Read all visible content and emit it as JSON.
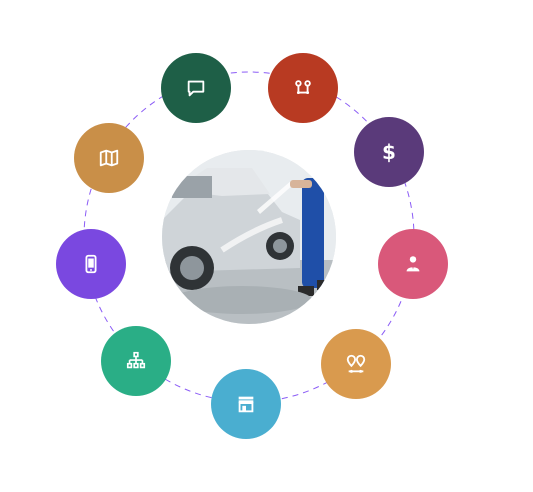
{
  "diagram": {
    "ring_color": "#8b5cf6",
    "center_image": {
      "icon": "car-wash-photo",
      "colors": {
        "sky": "#e8ecef",
        "car": "#cfd4d8",
        "ground": "#b9bfc3",
        "worker_suit": "#1f4fa8"
      }
    },
    "nodes": [
      {
        "id": "chat",
        "icon": "chat-bubble-icon",
        "color": "#1e5f47"
      },
      {
        "id": "route",
        "icon": "route-pins-icon",
        "color": "#b83a22"
      },
      {
        "id": "dollar",
        "icon": "dollar-icon",
        "color": "#5a3a7a",
        "glyph": "$"
      },
      {
        "id": "agent",
        "icon": "user-agent-icon",
        "color": "#d9587a"
      },
      {
        "id": "pins",
        "icon": "location-pins-icon",
        "color": "#d99a4e"
      },
      {
        "id": "store",
        "icon": "storefront-icon",
        "color": "#4aaed0"
      },
      {
        "id": "sitemap",
        "icon": "sitemap-icon",
        "color": "#2aae86"
      },
      {
        "id": "mobile",
        "icon": "mobile-phone-icon",
        "color": "#7a48e0"
      },
      {
        "id": "map",
        "icon": "folded-map-icon",
        "color": "#c98f48"
      }
    ]
  }
}
